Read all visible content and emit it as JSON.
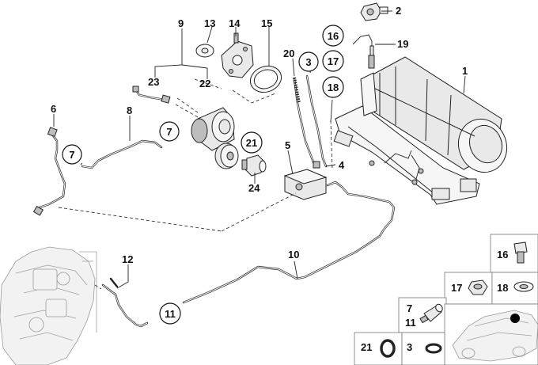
{
  "diagram": {
    "part_labels": {
      "p1": "1",
      "p2": "2",
      "p3": "3",
      "p4": "4",
      "p5": "5",
      "p6": "6",
      "p8": "8",
      "p9": "9",
      "p10": "10",
      "p12": "12",
      "p13": "13",
      "p14": "14",
      "p15": "15",
      "p19": "19",
      "p20": "20",
      "p22": "22",
      "p23": "23",
      "p24": "24"
    },
    "circled_refs": {
      "c3_top": "3",
      "c7_left": "7",
      "c7_mid": "7",
      "c11": "11",
      "c16": "16",
      "c17": "17",
      "c18": "18",
      "c21": "21"
    },
    "legend": {
      "cell_16": "16",
      "cell_17": "17",
      "cell_18": "18",
      "cell_7": "7",
      "cell_11": "11",
      "cell_21": "21",
      "cell_3": "3"
    }
  }
}
